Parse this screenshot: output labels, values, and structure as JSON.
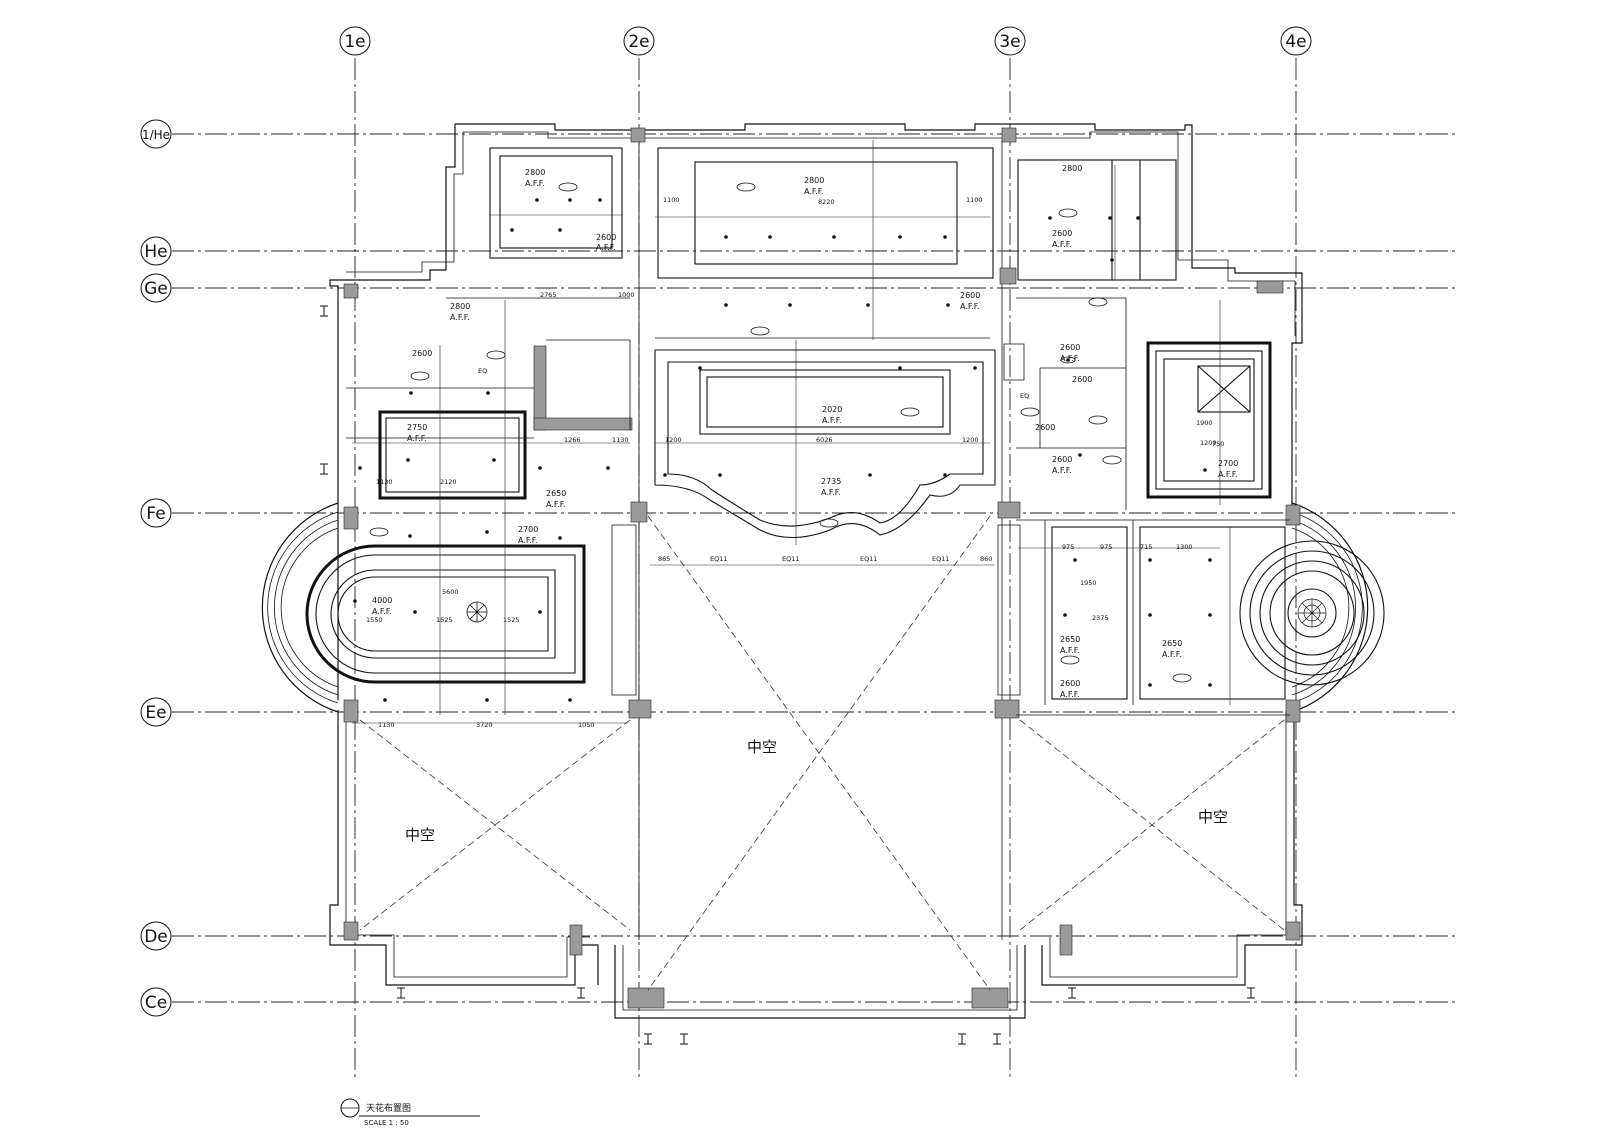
{
  "grid": {
    "columns": [
      "1e",
      "2e",
      "3e",
      "4e"
    ],
    "rows": [
      "1/He",
      "He",
      "Ge",
      "Fe",
      "Ee",
      "De",
      "Ce"
    ]
  },
  "rooms": {
    "void_label": "中空",
    "ceiling_note": "A.F.F."
  },
  "ceiling_heights": [
    "2800",
    "2600",
    "2800",
    "2800",
    "2600",
    "2600",
    "2800",
    "2600",
    "2600",
    "2600",
    "2020",
    "2750",
    "2650",
    "2700",
    "2735",
    "4000",
    "2600",
    "2700",
    "2650",
    "2600",
    "2650",
    "2600"
  ],
  "dimensions": [
    "1100",
    "8220",
    "1100",
    "2765",
    "1000",
    "6026",
    "1200",
    "1200",
    "1266",
    "1130",
    "2120",
    "1130",
    "5600",
    "1550",
    "1525",
    "1525",
    "1130",
    "3720",
    "1050",
    "865",
    "EQ11",
    "EQ11",
    "EQ11",
    "EQ11",
    "860",
    "975",
    "975",
    "715",
    "1300",
    "1200",
    "1900",
    "750",
    "1950",
    "2375",
    "EQ",
    "EQ"
  ],
  "drawing": {
    "title": "天花布置图",
    "scale": "SCALE 1 : 50"
  },
  "colors": {
    "line": "#111111",
    "column_fill": "#9a9a9a",
    "background": "#ffffff"
  }
}
